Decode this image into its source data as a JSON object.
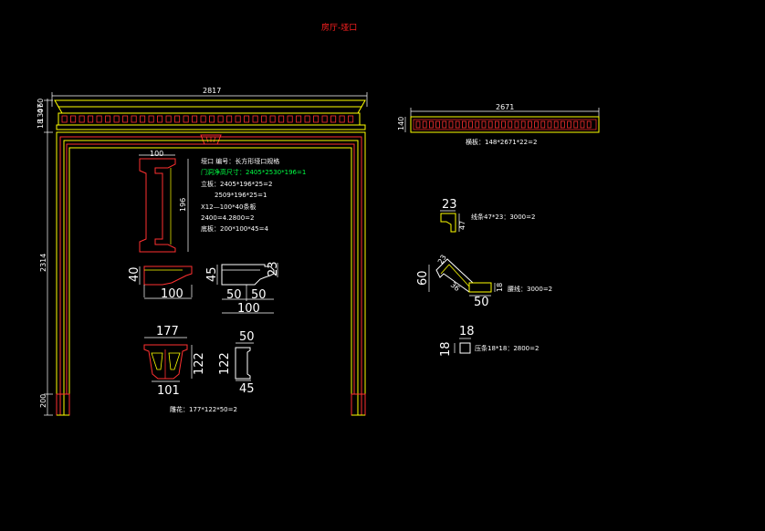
{
  "title": "房厅-垭口",
  "frame": {
    "width": "2817",
    "height": "2314",
    "top_h1": "60",
    "top_h2": "130",
    "top_h3": "47",
    "top_h4": "18",
    "base_h": "200"
  },
  "beam": {
    "width": "2671",
    "height": "140",
    "note": "横板：148*2671*22=2"
  },
  "spec": {
    "lines": [
      "垭口 编号：长方形垭口规格",
      "门洞净高尺寸：2405*2530*196=1",
      "立板：2405*196*25=2",
      "2509*196*25=1",
      "X12—100*40条板",
      "2400=4.2800=2",
      "底板：200*100*45=4"
    ],
    "side_dim_h": "100",
    "side_dim_v": "196"
  },
  "profile_a": {
    "w": "100",
    "h": "40"
  },
  "profile_b": {
    "h": "45",
    "d1": "23",
    "w1": "50",
    "w2": "50",
    "w": "100"
  },
  "corbel": {
    "top": "177",
    "bottom": "101",
    "h1": "122",
    "h2": "122",
    "note": "雕花：177*122*50=2"
  },
  "block": {
    "top": "50",
    "bottom": "45"
  },
  "molding1": {
    "w": "23",
    "h": "47",
    "note": "线条47*23：3000=2"
  },
  "molding2": {
    "a": "23",
    "b": "60",
    "c": "36",
    "d": "50",
    "e": "18",
    "note": "腰线：3000=2"
  },
  "square": {
    "w": "18",
    "h": "18",
    "note": "压条18*18：2800=2"
  }
}
